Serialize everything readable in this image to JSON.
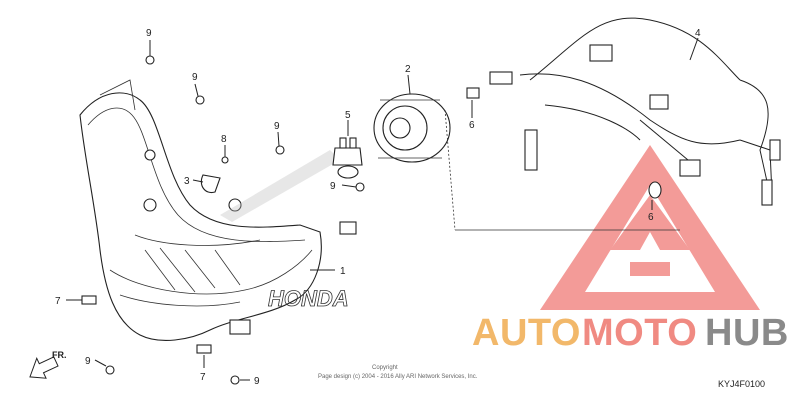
{
  "callouts": [
    {
      "id": "c9a",
      "text": "9"
    },
    {
      "id": "c9b",
      "text": "9"
    },
    {
      "id": "c8",
      "text": "8"
    },
    {
      "id": "c9c",
      "text": "9"
    },
    {
      "id": "c5",
      "text": "5"
    },
    {
      "id": "c2",
      "text": "2"
    },
    {
      "id": "c6a",
      "text": "6"
    },
    {
      "id": "c4",
      "text": "4"
    },
    {
      "id": "c3",
      "text": "3"
    },
    {
      "id": "c9d",
      "text": "9"
    },
    {
      "id": "c6b",
      "text": "6"
    },
    {
      "id": "c1",
      "text": "1"
    },
    {
      "id": "c7a",
      "text": "7"
    },
    {
      "id": "c9e",
      "text": "9"
    },
    {
      "id": "c7b",
      "text": "7"
    },
    {
      "id": "c9f",
      "text": "9"
    }
  ],
  "fr_label": "FR.",
  "brand_mark": "HONDA",
  "copyright": {
    "line1": "Copyright",
    "line2": "Page design (c) 2004 - 2016 Ally ARI Network Services, Inc."
  },
  "diagram_code": "KYJ4F0100",
  "watermark": {
    "part1": "AUTO",
    "part2": "MOTO",
    "part3": "HUB",
    "colors": {
      "part1": "#f2b86a",
      "part2": "#f08a82",
      "part3": "#8a8a8a",
      "triangle": "#f07a76"
    }
  }
}
